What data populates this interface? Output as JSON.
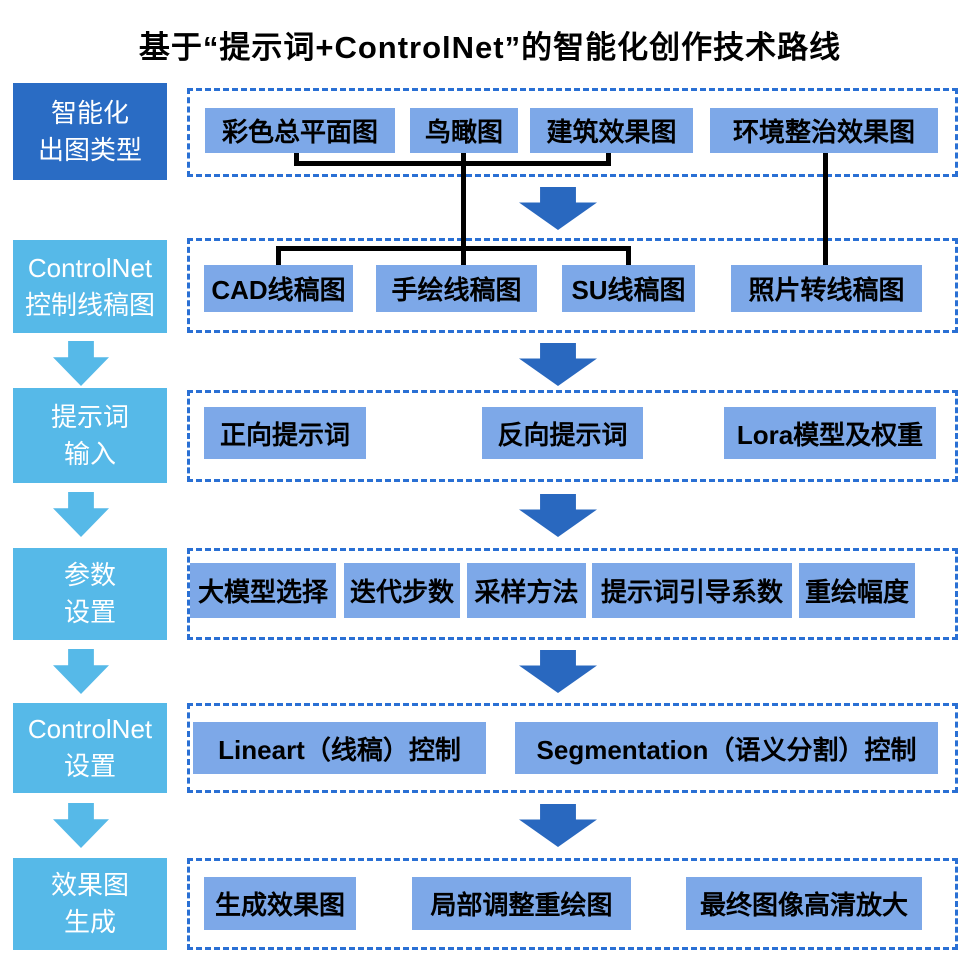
{
  "title": "基于“提示词+ControlNet”的智能化创作技术路线",
  "colors": {
    "dark_label": "#2a6cc4",
    "light_label": "#56b9e8",
    "item_box": "#7da8e8",
    "dark_arrow": "#2968bf",
    "dashed_border": "#2a70d4",
    "connector": "#000000"
  },
  "stages": [
    {
      "label": [
        "智能化",
        "出图类型"
      ],
      "items": [
        "彩色总平面图",
        "鸟瞰图",
        "建筑效果图",
        "环境整治效果图"
      ]
    },
    {
      "label": [
        "ControlNet",
        "控制线稿图"
      ],
      "items": [
        "CAD线稿图",
        "手绘线稿图",
        "SU线稿图",
        "照片转线稿图"
      ]
    },
    {
      "label": [
        "提示词",
        "输入"
      ],
      "items": [
        "正向提示词",
        "反向提示词",
        "Lora模型及权重"
      ]
    },
    {
      "label": [
        "参数",
        "设置"
      ],
      "items": [
        "大模型选择",
        "迭代步数",
        "采样方法",
        "提示词引导系数",
        "重绘幅度"
      ]
    },
    {
      "label": [
        "ControlNet",
        "设置"
      ],
      "items": [
        "Lineart（线稿）控制",
        "Segmentation（语义分割）控制"
      ]
    },
    {
      "label": [
        "效果图",
        "生成"
      ],
      "items": [
        "生成效果图",
        "局部调整重绘图",
        "最终图像高清放大"
      ]
    }
  ]
}
